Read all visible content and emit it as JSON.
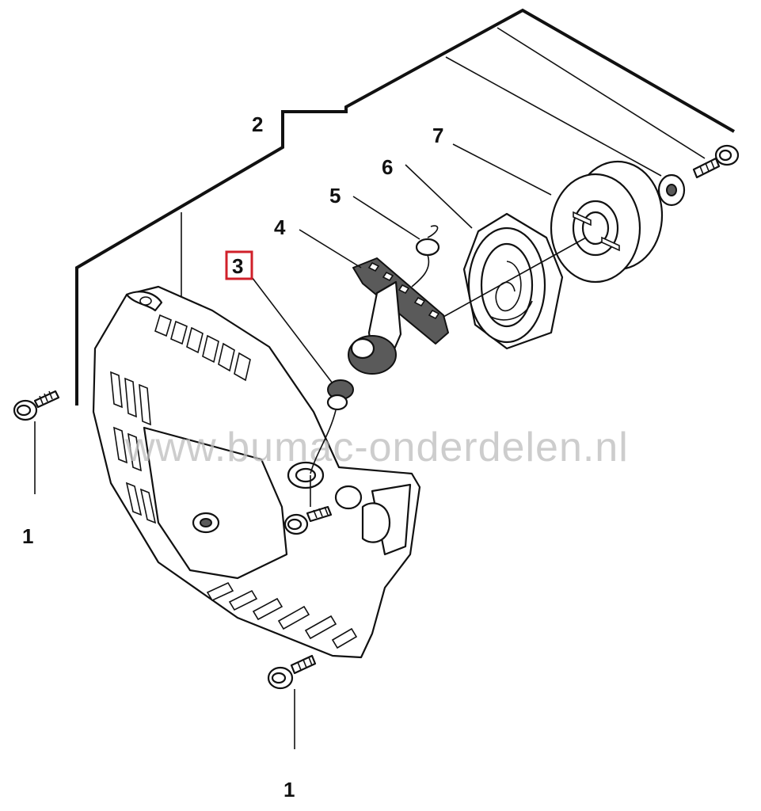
{
  "diagram": {
    "watermark": "www.bumac-onderdelen.nl",
    "labels": {
      "screw_left": "1",
      "screw_bottom": "1",
      "bracket": "2",
      "cable": "3",
      "handle": "4",
      "grommet": "5",
      "spring": "6",
      "pulley": "7"
    },
    "highlight_color": "#d0202a"
  }
}
